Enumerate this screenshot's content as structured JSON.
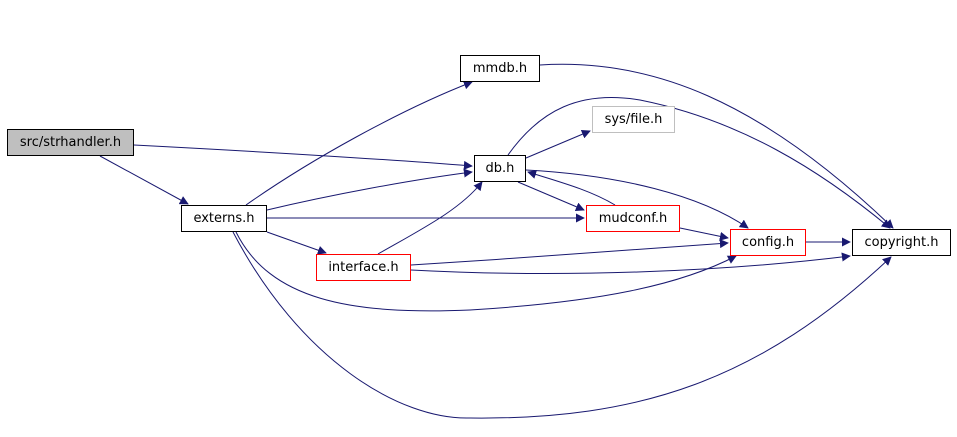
{
  "diagram": {
    "type": "include-dependency-graph",
    "colors": {
      "edge": "#191970",
      "edge_red": "#ff0000",
      "root_fill": "#bfbfbf",
      "node_border": "#000000",
      "node_border_red": "#ff0000",
      "node_border_gray": "#bfbfbf"
    },
    "nodes": {
      "strhandler": {
        "label": "src/strhandler.h",
        "style": "root"
      },
      "externs": {
        "label": "externs.h",
        "style": "black"
      },
      "mmdb": {
        "label": "mmdb.h",
        "style": "black"
      },
      "db": {
        "label": "db.h",
        "style": "black"
      },
      "sysfile": {
        "label": "sys/file.h",
        "style": "gray"
      },
      "mudconf": {
        "label": "mudconf.h",
        "style": "red"
      },
      "interface": {
        "label": "interface.h",
        "style": "red"
      },
      "config": {
        "label": "config.h",
        "style": "red"
      },
      "copyright": {
        "label": "copyright.h",
        "style": "black"
      }
    },
    "edges": [
      {
        "from": "src/strhandler.h",
        "to": "db.h"
      },
      {
        "from": "src/strhandler.h",
        "to": "externs.h"
      },
      {
        "from": "externs.h",
        "to": "mmdb.h"
      },
      {
        "from": "externs.h",
        "to": "db.h"
      },
      {
        "from": "externs.h",
        "to": "mudconf.h"
      },
      {
        "from": "externs.h",
        "to": "interface.h"
      },
      {
        "from": "externs.h",
        "to": "config.h"
      },
      {
        "from": "externs.h",
        "to": "copyright.h"
      },
      {
        "from": "mmdb.h",
        "to": "copyright.h"
      },
      {
        "from": "db.h",
        "to": "sys/file.h"
      },
      {
        "from": "db.h",
        "to": "mudconf.h"
      },
      {
        "from": "db.h",
        "to": "config.h"
      },
      {
        "from": "db.h",
        "to": "copyright.h"
      },
      {
        "from": "mudconf.h",
        "to": "db.h"
      },
      {
        "from": "mudconf.h",
        "to": "config.h"
      },
      {
        "from": "interface.h",
        "to": "db.h"
      },
      {
        "from": "interface.h",
        "to": "config.h"
      },
      {
        "from": "interface.h",
        "to": "copyright.h"
      },
      {
        "from": "config.h",
        "to": "copyright.h"
      }
    ]
  }
}
